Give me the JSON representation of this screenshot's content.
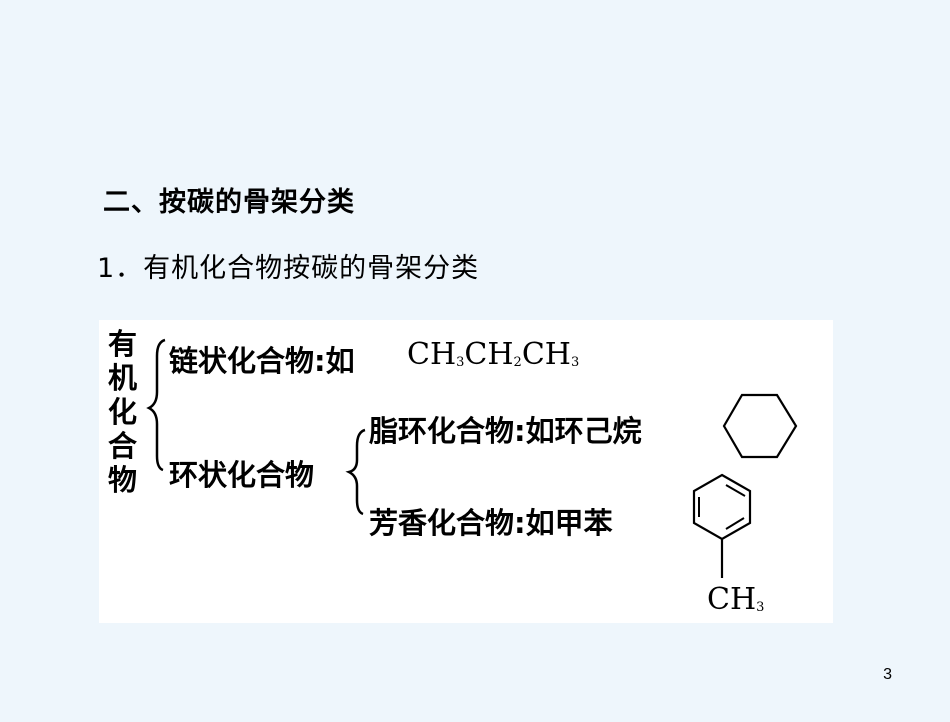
{
  "slide": {
    "heading": "二、按碳的骨架分类",
    "subheading": "1．有机化合物按碳的骨架分类",
    "page_number": "3"
  },
  "diagram": {
    "root_chars": [
      "有",
      "机",
      "化",
      "合",
      "物"
    ],
    "chain": {
      "label": "链状化合物",
      "separator": ":",
      "example_prefix": "如",
      "formula_parts": [
        "CH",
        "3",
        "CH",
        "2",
        "CH",
        "3"
      ]
    },
    "ring": {
      "label": "环状化合物",
      "alicyclic": {
        "label": "脂环化合物",
        "separator": ":",
        "example": "如环己烷"
      },
      "aromatic": {
        "label": "芳香化合物",
        "separator": ":",
        "example": "如甲苯",
        "substituent_parts": [
          "CH",
          "3"
        ]
      }
    }
  }
}
